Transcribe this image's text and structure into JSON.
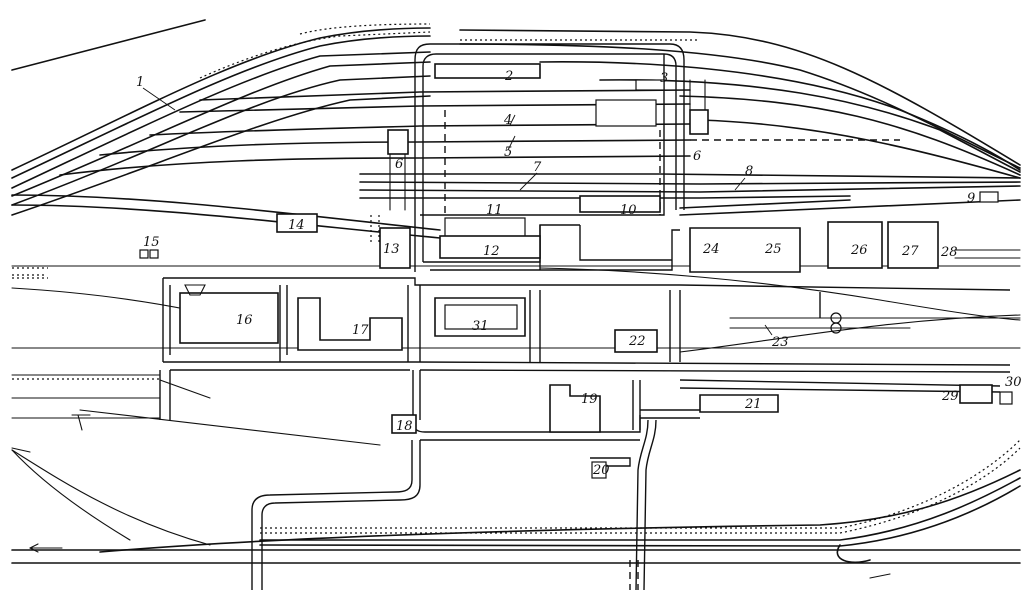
{
  "figure": {
    "labels": [
      "1",
      "2",
      "3",
      "4",
      "5",
      "6",
      "6",
      "7",
      "8",
      "9",
      "10",
      "11",
      "12",
      "13",
      "14",
      "15",
      "16",
      "17",
      "18",
      "19",
      "20",
      "21",
      "22",
      "23",
      "24",
      "25",
      "26",
      "27",
      "28",
      "29",
      "30",
      "31"
    ]
  }
}
